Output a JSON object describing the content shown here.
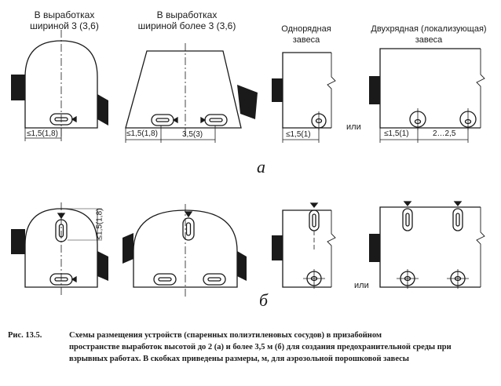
{
  "headers": {
    "h1": "В выработках\nшириной 3 (3,6)",
    "h2": "В выработках\nшириной более 3 (3,6)",
    "h3": "Однорядная\nзавеса",
    "h4": "Двухрядная (локализующая)\nзавеса"
  },
  "dimensions": {
    "d1": "≤1,5(1,8)",
    "d2": "≤1,5(1,8)",
    "d3": "3,5(3)",
    "d4": "≤1,5(1)",
    "d5": "≤1,5(1)",
    "d6": "2…2,5",
    "d7": "≤1,5(1,8)"
  },
  "or_labels": {
    "top": "или",
    "bottom": "или"
  },
  "part_labels": {
    "a": "а",
    "b": "б"
  },
  "caption": {
    "number": "Рис. 13.5.",
    "line1": "Схемы размещения устройств (спаренных полиэтиленовых сосудов) в призабойном",
    "rest": "пространстве выработок высотой до 2 (а) и более 3,5 м (б) для создания предохранительной среды при взрывных работах. В скобках приведены размеры, м, для аэрозольной порошковой завесы"
  }
}
